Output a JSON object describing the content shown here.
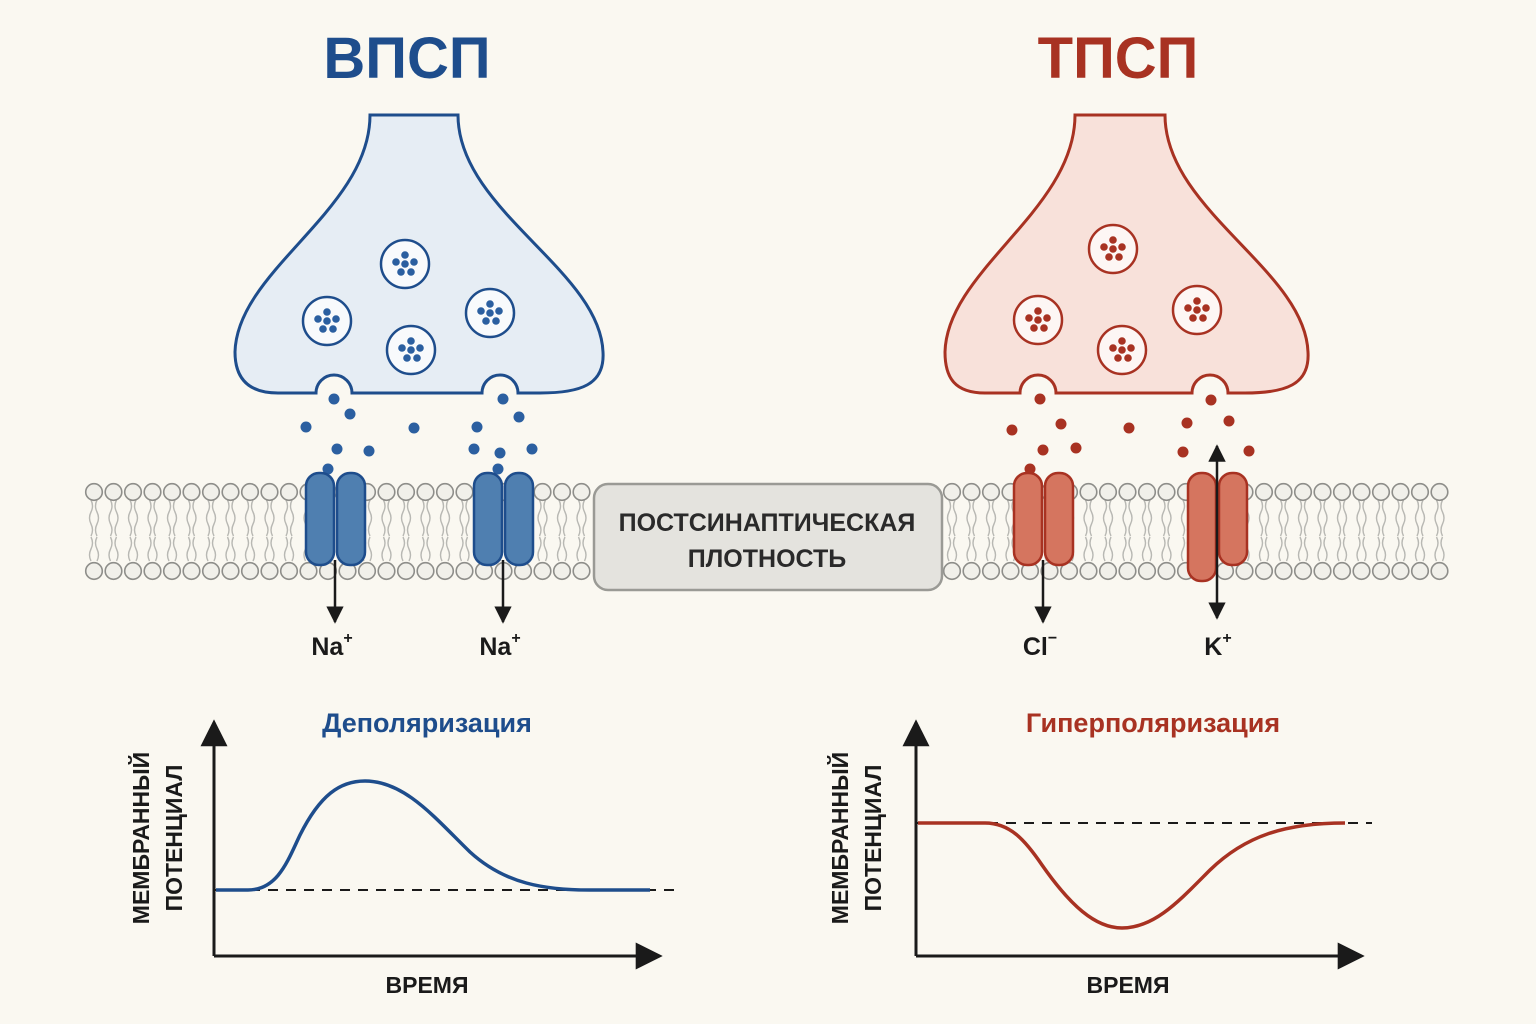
{
  "colors": {
    "epsp": "#1e4d8c",
    "ipsp": "#a83222",
    "epsp_fill": "#e6edf4",
    "ipsp_fill": "#f8e1da",
    "epsp_channel": "#4f7fb0",
    "ipsp_channel": "#d5755f",
    "background": "#faf8f1"
  },
  "epsp": {
    "title": "ВПСП",
    "ions": [
      {
        "symbol": "Na",
        "charge": "+"
      },
      {
        "symbol": "Na",
        "charge": "+"
      }
    ],
    "graph": {
      "title": "Деполяризация",
      "ylabel_line1": "МЕМБРАННЫЙ",
      "ylabel_line2": "ПОТЕНЦИАЛ",
      "xlabel": "ВРЕМЯ"
    }
  },
  "ipsp": {
    "title": "ТПСП",
    "ions": [
      {
        "symbol": "Cl",
        "charge": "−"
      },
      {
        "symbol": "K",
        "charge": "+"
      }
    ],
    "graph": {
      "title": "Гиперполяризация",
      "ylabel_line1": "МЕМБРАННЫЙ",
      "ylabel_line2": "ПОТЕНЦИАЛ",
      "xlabel": "ВРЕМЯ"
    }
  },
  "psd": {
    "line1": "ПОСТСИНАПТИЧЕСКАЯ",
    "line2": "ПЛОТНОСТЬ"
  }
}
